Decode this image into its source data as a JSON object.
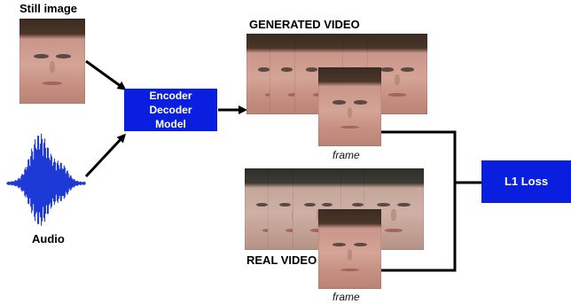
{
  "labels": {
    "still_image": "Still image",
    "audio": "Audio",
    "generated_video": "GENERATED VIDEO",
    "real_video": "REAL VIDEO",
    "frame_generated": "frame",
    "frame_real": "frame"
  },
  "boxes": {
    "encoder_decoder": [
      "Encoder",
      "Decoder",
      "Model"
    ],
    "l1_loss": "L1 Loss"
  },
  "colors": {
    "box_fill": "#0a1ee0",
    "waveform": "#1e3ad6",
    "arrow": "#000000"
  }
}
